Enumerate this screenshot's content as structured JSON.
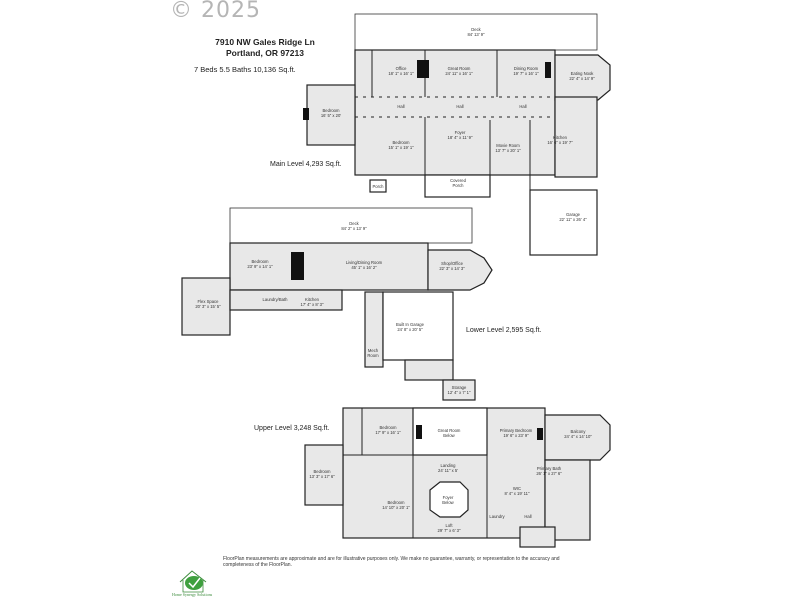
{
  "copyright": "© 2025",
  "header": {
    "address_line1": "7910 NW Gales Ridge Ln",
    "address_line2": "Portland, OR 97213",
    "stats": "7 Beds  5.5 Baths  10,136 Sq.ft."
  },
  "levels": {
    "main": "Main Level 4,293 Sq.ft.",
    "lower": "Lower Level 2,595 Sq.ft.",
    "upper": "Upper Level 3,248 Sq.ft."
  },
  "rooms": [
    {
      "name": "Deck",
      "dims": "84' 13' 9\""
    },
    {
      "name": "Office",
      "dims": "18' 1\" x 16' 1\""
    },
    {
      "name": "Great Room",
      "dims": "24' 11\" x 16' 1\""
    },
    {
      "name": "Dining Room",
      "dims": "19' 7\" x 16' 1\""
    },
    {
      "name": "Eating Nook",
      "dims": "22' 4\" x 14' 9\""
    },
    {
      "name": "Bedroom",
      "dims": "16' 5\" x 20'"
    },
    {
      "name": "Hall",
      "dims": ""
    },
    {
      "name": "Hall",
      "dims": ""
    },
    {
      "name": "Hall",
      "dims": ""
    },
    {
      "name": "Bedroom",
      "dims": "15' 1\" x 19' 1\""
    },
    {
      "name": "Foyer",
      "dims": "18' 4\" x 11' 9\""
    },
    {
      "name": "Movie Room",
      "dims": "13' 7\" x 20' 1\""
    },
    {
      "name": "Kitchen",
      "dims": "16' 6\" x 19' 7\""
    },
    {
      "name": "Covered",
      "dims": "Porch"
    },
    {
      "name": "Porch",
      "dims": ""
    },
    {
      "name": "Garage",
      "dims": "22' 11\" x 26' 4\""
    },
    {
      "name": "Deck",
      "dims": "84' 2\" x 13' 9\""
    },
    {
      "name": "Bedroom",
      "dims": "23' 9\" x 14' 1\""
    },
    {
      "name": "Living/Dining Room",
      "dims": "45' 1\" x 16' 2\""
    },
    {
      "name": "Shop/Office",
      "dims": "22' 3\" x 14' 3\""
    },
    {
      "name": "Flex Space",
      "dims": "20' 3\" x 15' 5\""
    },
    {
      "name": "Laundry/Bath",
      "dims": ""
    },
    {
      "name": "Kitchen",
      "dims": "17' 4\" x 8' 3\""
    },
    {
      "name": "Built In Garage",
      "dims": "24' 8\" x 20' 5\""
    },
    {
      "name": "Mech",
      "dims": "Room"
    },
    {
      "name": "Storage",
      "dims": "12' 4\" x 7' 1\""
    },
    {
      "name": "Bedroom",
      "dims": "17' 9\" x 16' 1\""
    },
    {
      "name": "Great Room",
      "dims": "Below"
    },
    {
      "name": "Primary Bedroom",
      "dims": "19' 6\" x 23' 9\""
    },
    {
      "name": "Balcony",
      "dims": "24' 4\" x 14' 10\""
    },
    {
      "name": "Bedroom",
      "dims": "13' 3\" x 17' 6\""
    },
    {
      "name": "Landing",
      "dims": "24' 11\" x 5'"
    },
    {
      "name": "Foyer",
      "dims": "Below"
    },
    {
      "name": "Primary Bath",
      "dims": "26' 1\" x 27' 6\""
    },
    {
      "name": "WIC",
      "dims": "8' 4\" x 19' 11\""
    },
    {
      "name": "Bedroom",
      "dims": "14' 10\" x 20' 1\""
    },
    {
      "name": "Loft",
      "dims": "29' 7\" x 6' 3\""
    },
    {
      "name": "Laundry",
      "dims": ""
    },
    {
      "name": "Hall",
      "dims": ""
    }
  ],
  "disclaimer": "FloorPlan measurements are approximate and are for illustrative purposes only. We make no guarantee, warranty, or representation to the accuracy and completeness of the FloorPlan.",
  "logo": {
    "text": "Home Synergy Solutions",
    "color": "#3c8c3c"
  }
}
